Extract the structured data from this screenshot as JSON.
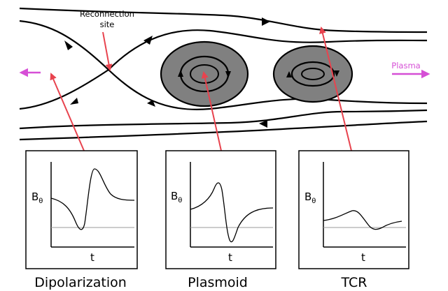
{
  "labels": {
    "reconnection_line1": "Reconnection",
    "reconnection_line2": "site",
    "plasma": "Plasma"
  },
  "panels": [
    {
      "caption": "Dipolarization",
      "ylabel": "B",
      "ylabel_sub": "θ",
      "xlabel": "t"
    },
    {
      "caption": "Plasmoid",
      "ylabel": "B",
      "ylabel_sub": "θ",
      "xlabel": "t"
    },
    {
      "caption": "TCR",
      "ylabel": "B",
      "ylabel_sub": "θ",
      "xlabel": "t"
    }
  ],
  "colors": {
    "arrow_red": "#e8434e",
    "plasma_magenta": "#d64fd6",
    "plasmoid_fill": "#808080",
    "line": "#000000",
    "zero_line": "#9a9a9a"
  }
}
